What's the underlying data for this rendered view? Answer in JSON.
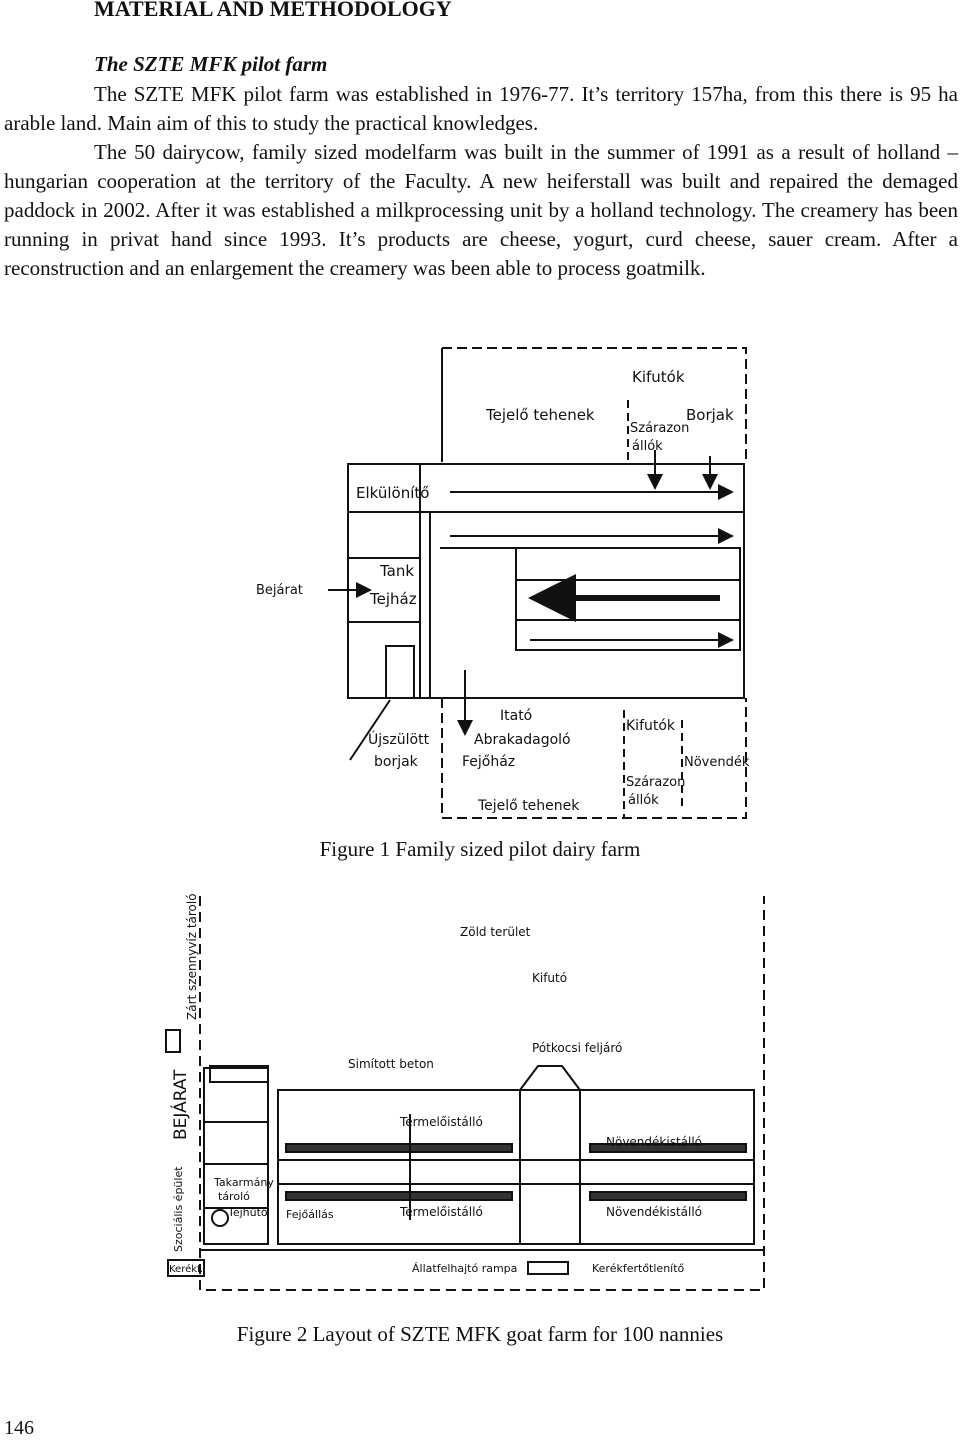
{
  "heading": "MATERIAL AND METHODOLOGY",
  "subheading": "The SZTE MFK pilot farm",
  "paragraphs": [
    "The SZTE MFK pilot farm was established in 1976-77. It’s territory 157ha, from this there is 95 ha arable land. Main aim of this to study the practical knowledges.",
    "The 50 dairycow, family sized modelfarm was built in the summer of 1991 as a result of holland – hungarian cooperation at the territory of the Faculty. A new heiferstall was built and repaired the demaged paddock in 2002. After it was established a milkprocessing unit by a holland technology. The creamery has been running in privat hand since 1993. It’s products are cheese, yogurt, curd cheese, sauer cream. After a reconstruction and an enlargement the creamery was been able to process goatmilk."
  ],
  "figure1": {
    "caption": "Figure 1 Family sized pilot dairy farm",
    "labels": {
      "kifutok_top": "Kifutók",
      "tejelo_top": "Tejelő tehenek",
      "szarazon_top": "Szárazon",
      "allok_top": "állók",
      "borjak_top": "Borjak",
      "elkulonito": "Elkülönítő",
      "tank": "Tank",
      "tejhaz": "Tejház",
      "bejarat": "Bejárat",
      "itato": "Itató",
      "abrakadagolo": "Abrakadagoló",
      "ujszulott": "Újszülött",
      "borjak_bottom": "borjak",
      "fejohaz": "Fejőház",
      "kifutok_bottom": "Kifutók",
      "novendek": "Növendék",
      "szarazon_bottom": "Szárazon",
      "allok_bottom": "állók",
      "tejelo_bottom": "Tejelő tehenek"
    }
  },
  "figure2": {
    "caption": "Figure 2 Layout of SZTE MFK goat farm for 100 nannies",
    "labels": {
      "zold_terulet": "Zöld terület",
      "kifuto": "Kifutó",
      "zart_szennyviz": "Zárt szennyvíz tároló",
      "bejarat": "BEJÁRAT",
      "simitott_beton": "Simított beton",
      "potkocsi_feljaro": "Pótkocsi feljáró",
      "termeloistallo_top": "Termelőistálló",
      "novendekistallo_top": "Növendékistálló",
      "takarmany": "Takarmány",
      "tarolo": "tároló",
      "tejhuto": "Tejhűtő",
      "fejoallas": "Fejőállás",
      "termeloistallo_bottom": "Termelőistálló",
      "novendekistallo_bottom": "Növendékistálló",
      "szocialis_epulet": "Szociális épület",
      "kerekf": "Kerékf.",
      "allatfelhajto": "Állatfelhajtó rampa",
      "kerekfertotlenito": "Kerékfertőtlenítő"
    }
  },
  "page_number": "146"
}
